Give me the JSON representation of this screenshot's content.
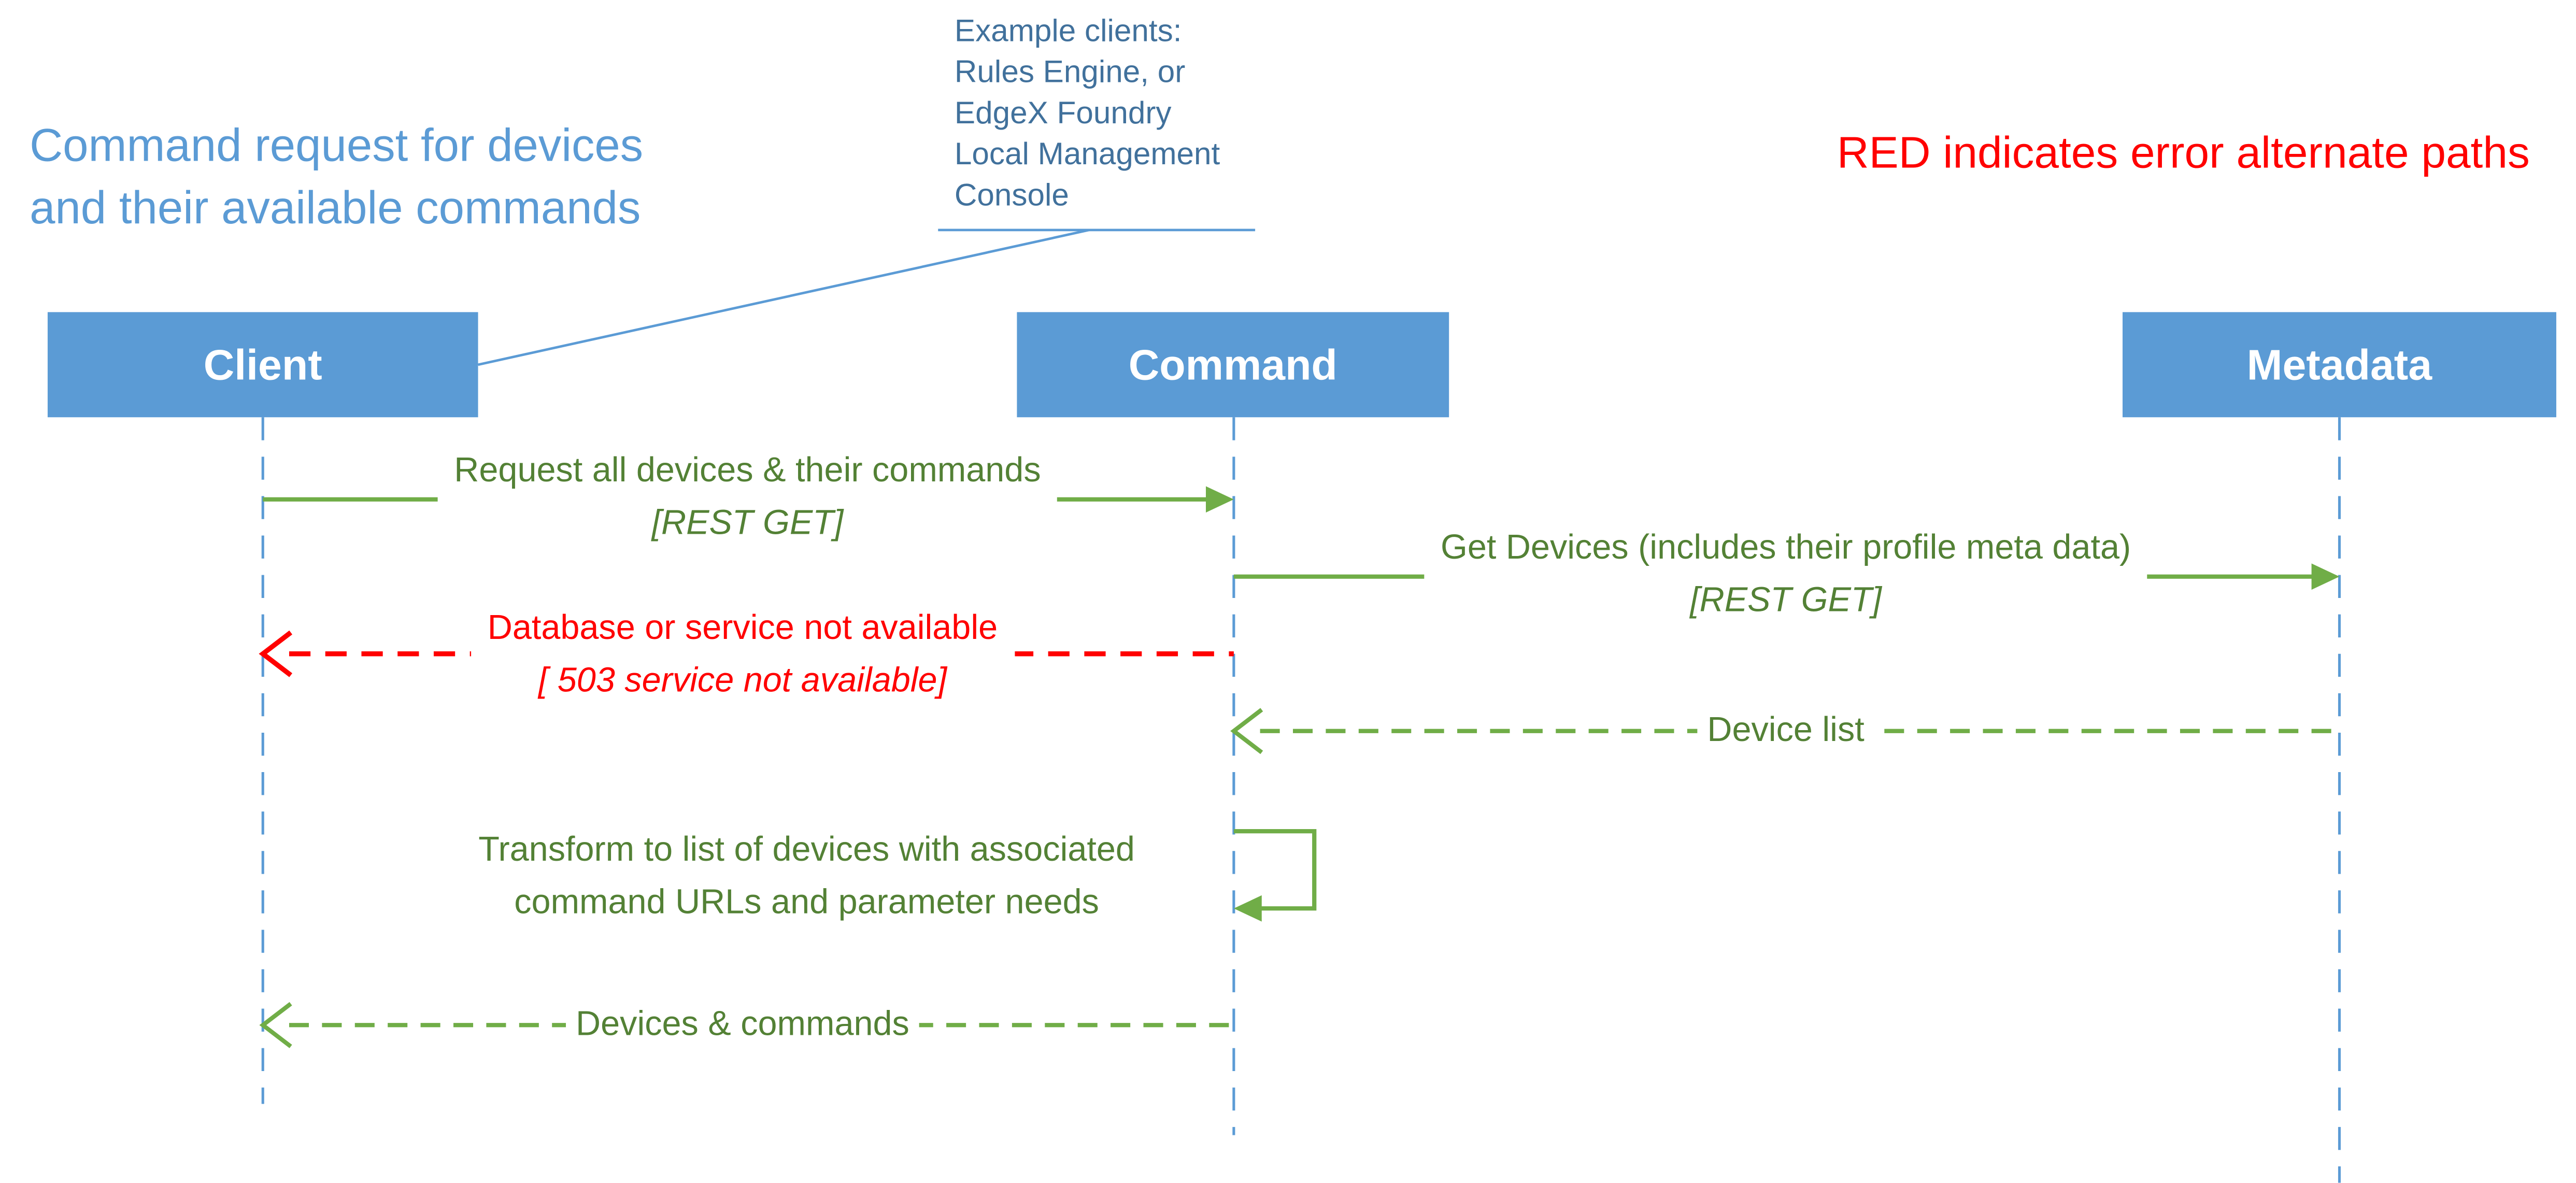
{
  "title": {
    "lines": [
      "Command request for devices",
      "and their available commands"
    ]
  },
  "note": {
    "lines": [
      "Example clients:",
      "Rules Engine, or",
      "EdgeX Foundry",
      "Local Management",
      "Console"
    ]
  },
  "legend": {
    "text": "RED indicates error alternate paths"
  },
  "actors": [
    {
      "label": "Client"
    },
    {
      "label": "Command"
    },
    {
      "label": "Metadata"
    }
  ],
  "messages": [
    {
      "from": "Client",
      "to": "Command",
      "type": "solid-request",
      "label": "Request all devices & their commands",
      "sublabel": "[REST GET]"
    },
    {
      "from": "Command",
      "to": "Metadata",
      "type": "solid-request",
      "label": "Get Devices (includes their profile meta data)",
      "sublabel": "[REST GET]"
    },
    {
      "from": "Command",
      "to": "Client",
      "type": "dashed-error-return",
      "label": "Database or service not available",
      "sublabel": "[ 503 service not available]"
    },
    {
      "from": "Metadata",
      "to": "Command",
      "type": "dashed-return",
      "label": "Device list"
    },
    {
      "from": "Command",
      "to": "Command",
      "type": "self-message",
      "label": "Transform to list of devices with associated",
      "label2": "command URLs and parameter needs"
    },
    {
      "from": "Command",
      "to": "Client",
      "type": "dashed-return",
      "label": "Devices & commands"
    }
  ],
  "colors": {
    "actor_fill": "#5B9BD5",
    "title_text": "#5B9BD5",
    "note_text": "#41719C",
    "lifeline": "#5B9BD5",
    "green_line": "#70AD47",
    "green_text": "#538135",
    "error_red": "#FF0000"
  }
}
